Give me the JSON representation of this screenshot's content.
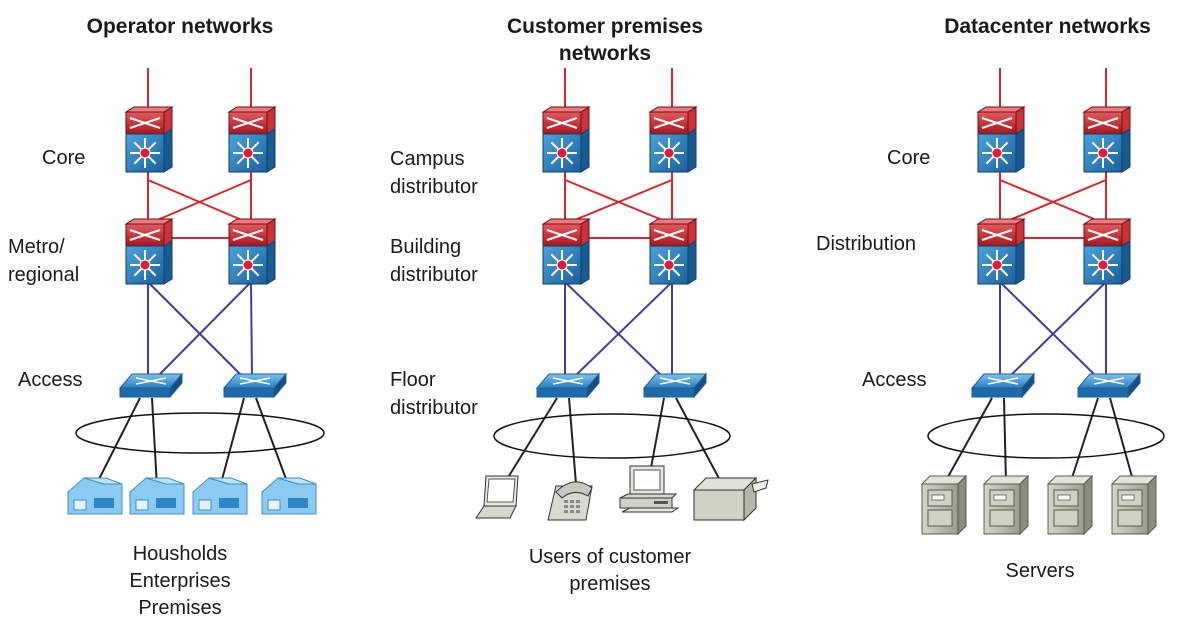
{
  "panels": [
    {
      "title": "Operator networks",
      "tier_labels": {
        "upper": "Core",
        "middle": "Metro/\nregional",
        "access": "Access"
      },
      "endpoints": [
        "house-icon",
        "house-icon",
        "house-icon",
        "house-icon"
      ],
      "caption": "Housholds\nEnterprises\nPremises"
    },
    {
      "title": "Customer premises\nnetworks",
      "tier_labels": {
        "upper": "Campus\ndistributor",
        "middle": "Building\ndistributor",
        "access": "Floor\ndistributor"
      },
      "endpoints": [
        "laptop-icon",
        "telephone-icon",
        "desktop-computer-icon",
        "printer-icon"
      ],
      "caption": "Users of customer\npremises"
    },
    {
      "title": "Datacenter networks",
      "tier_labels": {
        "upper": "Core",
        "middle": "Distribution",
        "access": "Access"
      },
      "endpoints": [
        "server-icon",
        "server-icon",
        "server-icon",
        "server-icon"
      ],
      "caption": "Servers"
    }
  ],
  "colors": {
    "uplink": "#d9262b",
    "router_top": "#c8323a",
    "router_body": "#2b7fc0",
    "access_link": "#4a3aa0",
    "endpoint_link": "#222222",
    "access_switch": "#3f9ad4",
    "building": "#5fb0e6",
    "server": "#b9bcae",
    "device": "#d7d8cf"
  }
}
